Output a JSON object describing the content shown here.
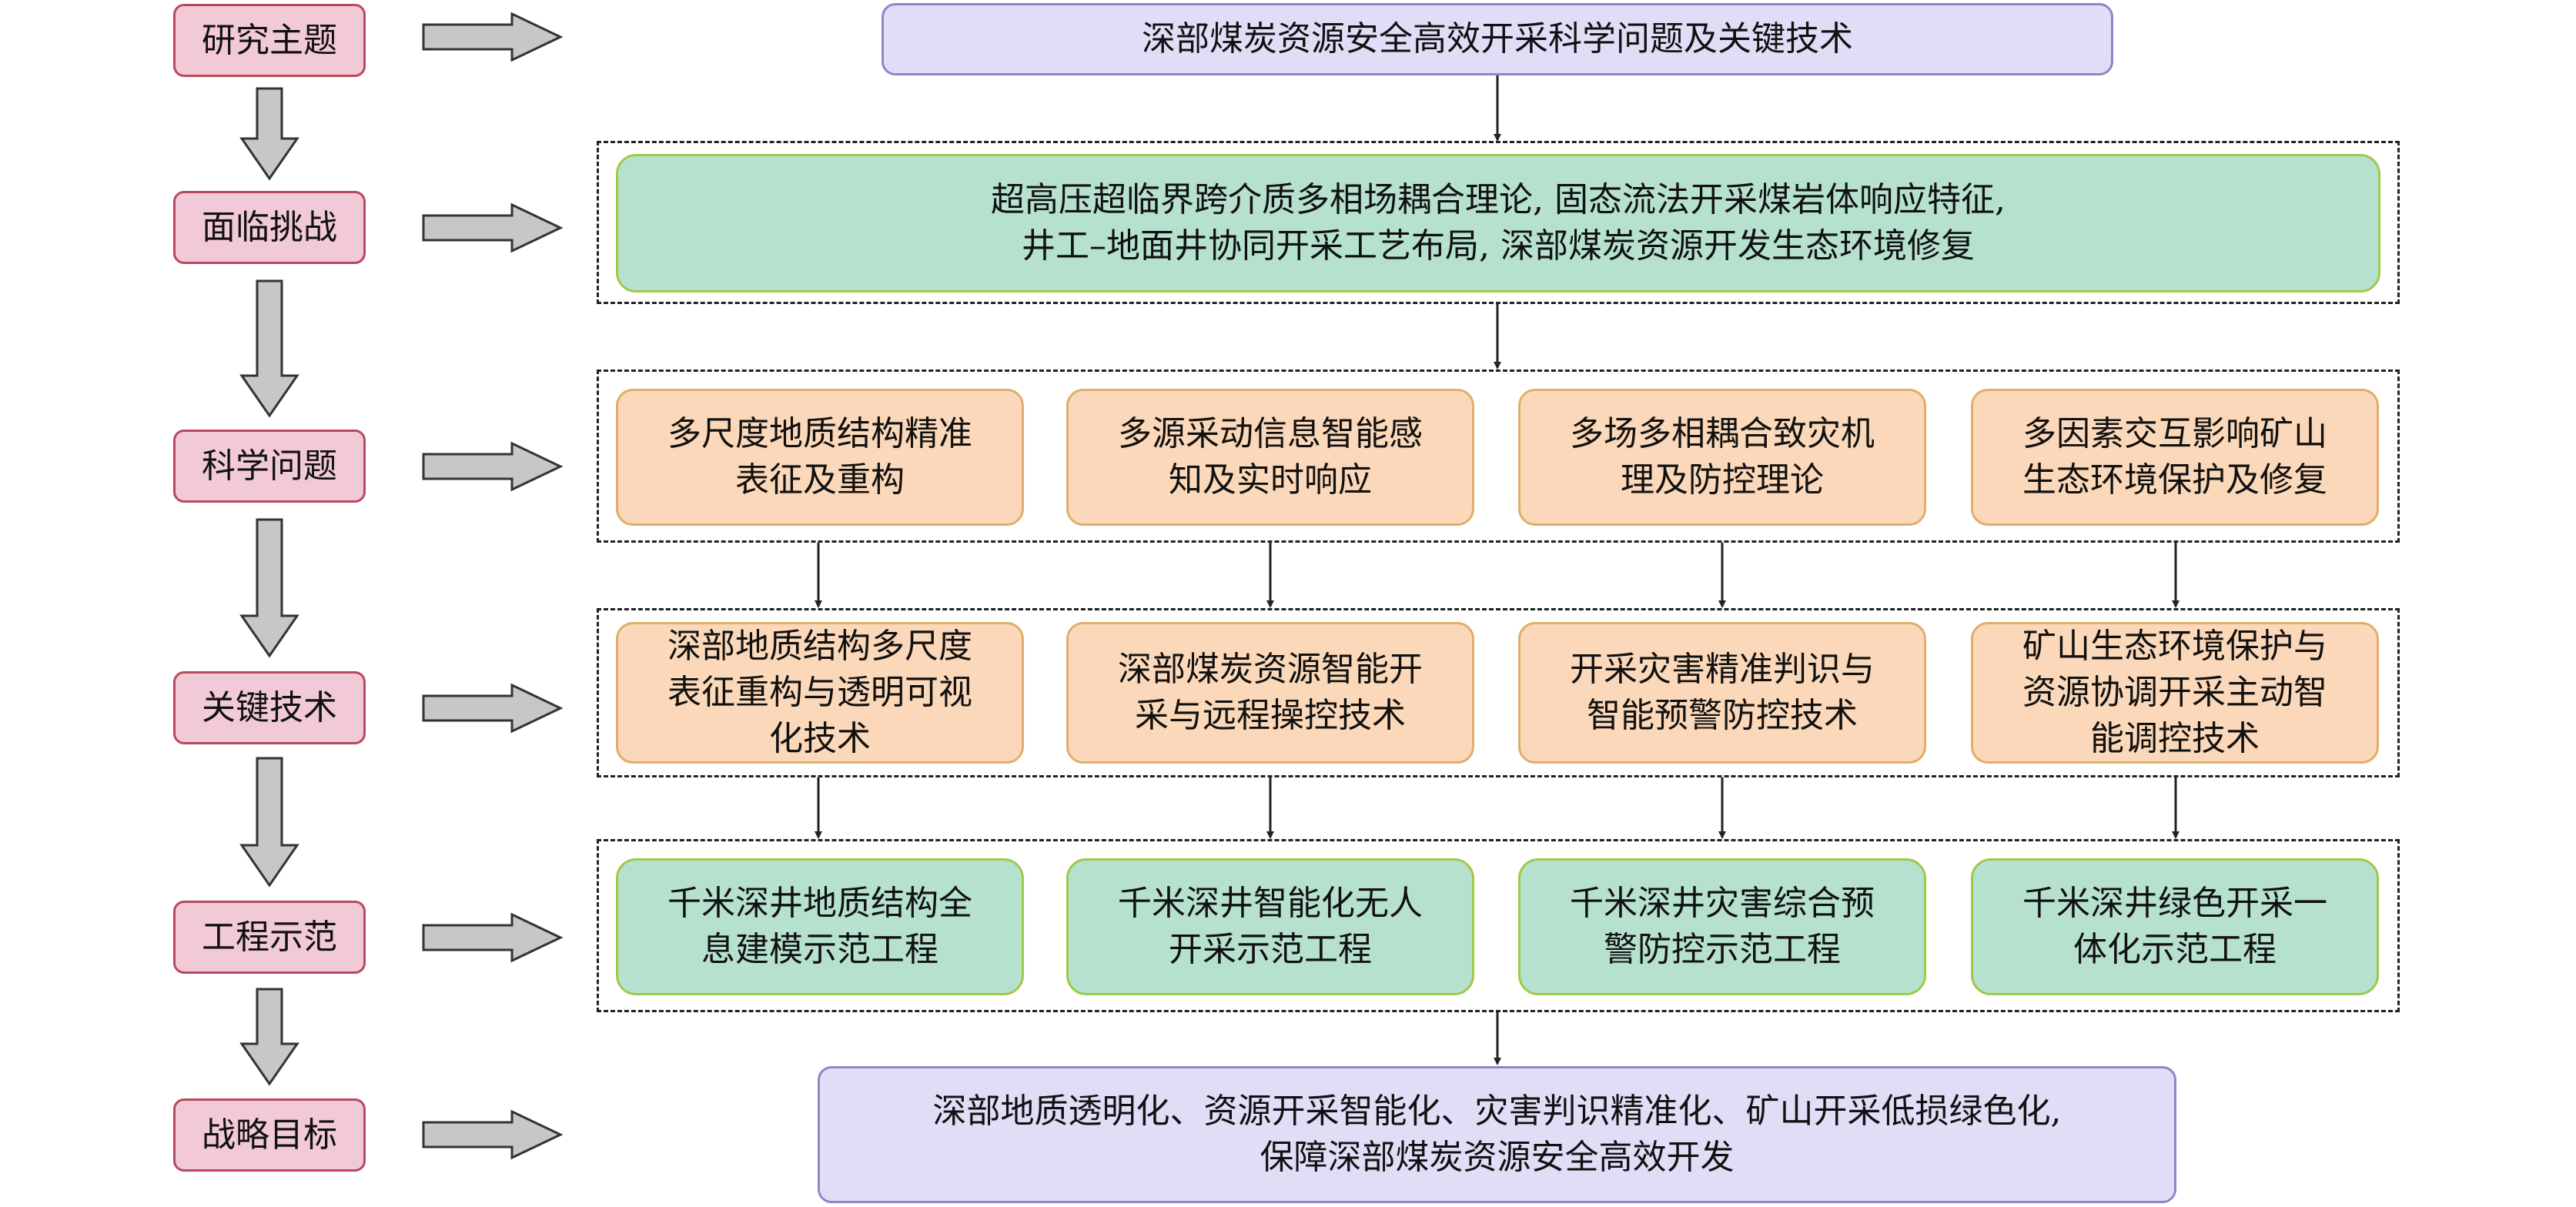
{
  "levels": [
    "研究主题",
    "面临挑战",
    "科学问题",
    "关键技术",
    "工程示范",
    "战略目标"
  ],
  "topic": "深部煤炭资源安全高效开采科学问题及关键技术",
  "challenges": {
    "line1": "超高压超临界跨介质多相场耦合理论, 固态流法开采煤岩体响应特征,",
    "line2": "井工–地面井协同开采工艺布局, 深部煤炭资源开发生态环境修复"
  },
  "scientific_issues": [
    {
      "line1": "多尺度地质结构精准",
      "line2": "表征及重构"
    },
    {
      "line1": "多源采动信息智能感",
      "line2": "知及实时响应"
    },
    {
      "line1": "多场多相耦合致灾机",
      "line2": "理及防控理论"
    },
    {
      "line1": "多因素交互影响矿山",
      "line2": "生态环境保护及修复"
    }
  ],
  "key_technologies": [
    {
      "line1": "深部地质结构多尺度",
      "line2": "表征重构与透明可视",
      "line3": "化技术"
    },
    {
      "line1": "深部煤炭资源智能开",
      "line2": "采与远程操控技术",
      "line3": ""
    },
    {
      "line1": "开采灾害精准判识与",
      "line2": "智能预警防控技术",
      "line3": ""
    },
    {
      "line1": "矿山生态环境保护与",
      "line2": "资源协调开采主动智",
      "line3": "能调控技术"
    }
  ],
  "demonstrations": [
    {
      "line1": "千米深井地质结构全",
      "line2": "息建模示范工程"
    },
    {
      "line1": "千米深井智能化无人",
      "line2": "开采示范工程"
    },
    {
      "line1": "千米深井灾害综合预",
      "line2": "警防控示范工程"
    },
    {
      "line1": "千米深井绿色开采一",
      "line2": "体化示范工程"
    }
  ],
  "goal": {
    "line1": "深部地质透明化、资源开采智能化、灾害判识精准化、矿山开采低损绿色化,",
    "line2": "保障深部煤炭资源安全高效开发"
  },
  "colors": {
    "level_fill": "#f2cad7",
    "level_border": "#b8495e",
    "purple_fill": "#e2ddf7",
    "teal_fill": "#b6e1cf",
    "orange_fill": "#fbd8b9",
    "arrow_fill": "#c7c7c7"
  }
}
